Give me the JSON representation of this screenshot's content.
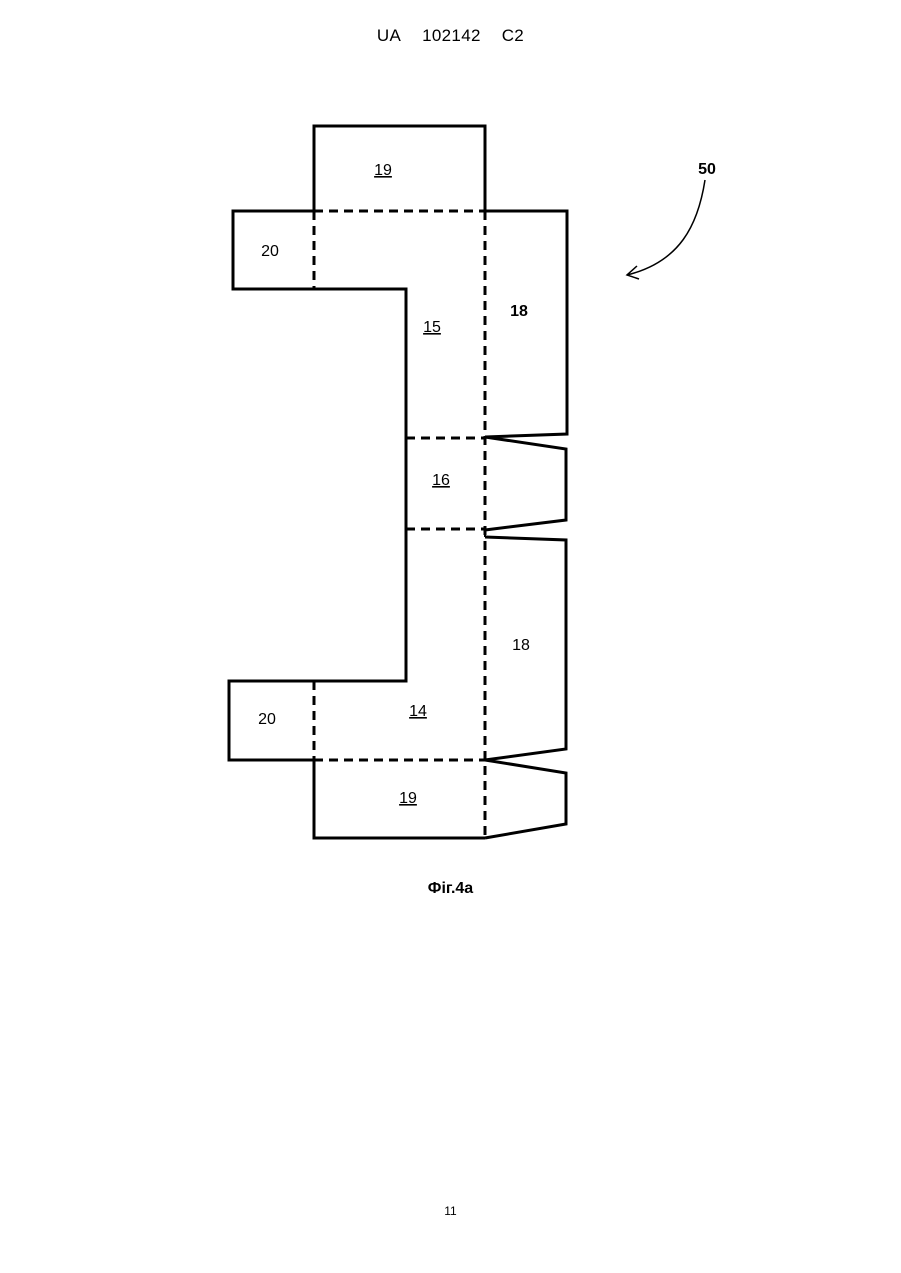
{
  "header": {
    "country": "UA",
    "number": "102142",
    "kind": "C2"
  },
  "figure": {
    "reference": "50",
    "labels": {
      "panel_19_top": "19",
      "flap_20_top": "20",
      "panel_15": "15",
      "flap_18_top": "18",
      "panel_16": "16",
      "flap_18_bottom": "18",
      "flap_20_bottom": "20",
      "panel_14": "14",
      "panel_19_bottom": "19"
    },
    "caption": "Фіг.4а"
  },
  "page_number": "11",
  "colors": {
    "ink": "#000000",
    "paper": "#ffffff"
  }
}
